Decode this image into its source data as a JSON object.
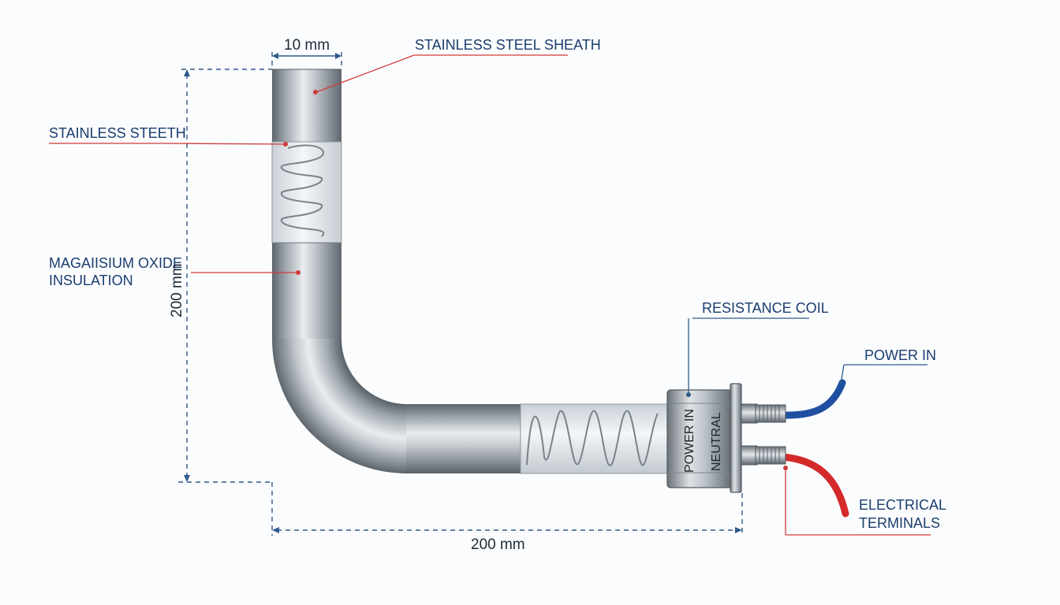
{
  "labels": {
    "stainless_steel_sheath": "STAINLESS STEEL SHEATH",
    "stainless_steeth": "STAINLESS STEETH",
    "magnesium_line1": "MAGAIISIUM OXIDE",
    "magnesium_line2": "INSULATION",
    "resistance_coil": "RESISTANCE COIL",
    "power_in": "POWER IN",
    "electrical_line1": "ELECTRICAL",
    "electrical_line2": "TERMINALS",
    "terminal_power_in": "POWER IN",
    "terminal_neutral": "NEUTRAL"
  },
  "dimensions": {
    "diameter": "10 mm",
    "height": "200 mm",
    "length": "200 mm"
  },
  "colors": {
    "label_text": "#1a3d6e",
    "leader_red": "#d13a3a",
    "leader_blue": "#2e5a8c",
    "wire_live": "#1f4fa0",
    "wire_neutral": "#d42a2a",
    "sheath": "#9ea6ad"
  }
}
